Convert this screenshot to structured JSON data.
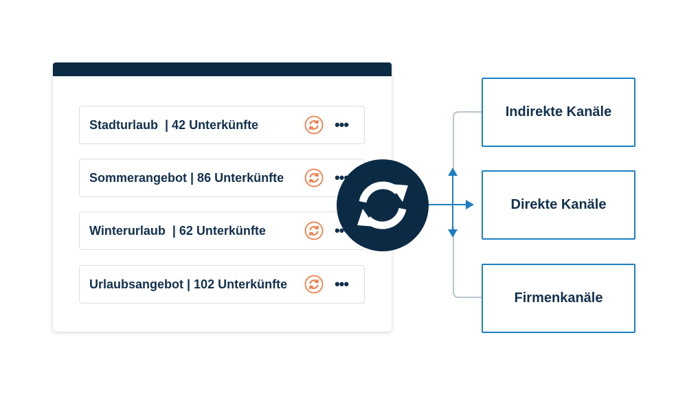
{
  "offers": [
    {
      "label": "Stadturlaub  | 42 Unterkünfte"
    },
    {
      "label": "Sommerangebot | 86 Unterkünfte"
    },
    {
      "label": "Winterurlaub  | 62 Unterkünfte"
    },
    {
      "label": "Urlaubsangebot | 102 Unterkünfte"
    }
  ],
  "channels": [
    {
      "label": "Indirekte Kanäle"
    },
    {
      "label": "Direkte Kanäle"
    },
    {
      "label": "Firmenkanäle"
    }
  ],
  "more_symbol": "•••",
  "icons": {
    "row_sync": "sync-icon",
    "hub_sync": "sync-icon",
    "more": "more-icon"
  },
  "colors": {
    "navy": "#0b2a44",
    "accent_orange": "#f07d4a",
    "connector_blue": "#1d7fc3",
    "connector_gray": "#b9c3cc"
  }
}
